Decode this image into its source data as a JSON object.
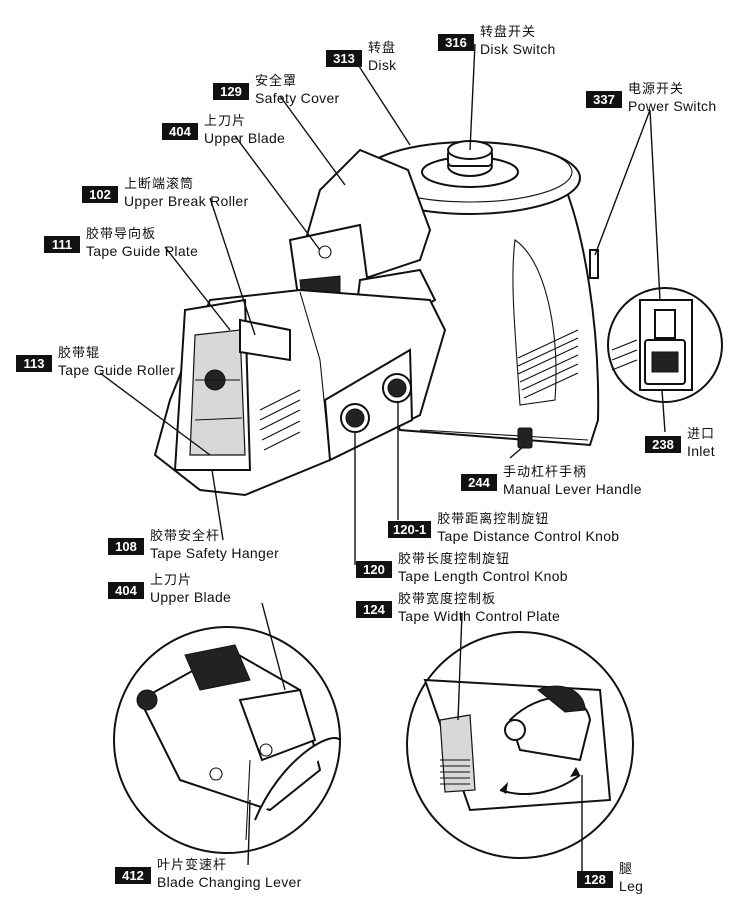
{
  "labels": [
    {
      "id": "313",
      "zh": "转盘",
      "en": "Disk"
    },
    {
      "id": "316",
      "zh": "转盘开关",
      "en": "Disk Switch"
    },
    {
      "id": "129",
      "zh": "安全罩",
      "en": "Safety Cover"
    },
    {
      "id": "337",
      "zh": "电源开关",
      "en": "Power Switch"
    },
    {
      "id": "404",
      "zh": "上刀片",
      "en": "Upper Blade"
    },
    {
      "id": "102",
      "zh": "上断端滚筒",
      "en": "Upper Break Roller"
    },
    {
      "id": "111",
      "zh": "胶带导向板",
      "en": "Tape Guide Plate"
    },
    {
      "id": "113",
      "zh": "胶带辊",
      "en": "Tape Guide Roller"
    },
    {
      "id": "238",
      "zh": "进口",
      "en": "Inlet"
    },
    {
      "id": "244",
      "zh": "手动杠杆手柄",
      "en": "Manual Lever Handle"
    },
    {
      "id": "120-1",
      "zh": "胶带距离控制旋钮",
      "en": "Tape Distance Control Knob"
    },
    {
      "id": "108",
      "zh": "胶带安全杆",
      "en": "Tape Safety Hanger"
    },
    {
      "id": "120",
      "zh": "胶带长度控制旋钮",
      "en": "Tape Length Control Knob"
    },
    {
      "id": "404b",
      "zh": "上刀片",
      "en": "Upper Blade"
    },
    {
      "id": "124",
      "zh": "胶带宽度控制板",
      "en": "Tape Width Control Plate"
    },
    {
      "id": "412",
      "zh": "叶片变速杆",
      "en": "Blade Changing Lever"
    },
    {
      "id": "128",
      "zh": "腿",
      "en": "Leg"
    }
  ],
  "numbers": {
    "l313": "313",
    "l316": "316",
    "l129": "129",
    "l337": "337",
    "l404": "404",
    "l102": "102",
    "l111": "111",
    "l113": "113",
    "l238": "238",
    "l244": "244",
    "l1201": "120-1",
    "l108": "108",
    "l120": "120",
    "l404b": "404",
    "l124": "124",
    "l412": "412",
    "l128": "128"
  }
}
